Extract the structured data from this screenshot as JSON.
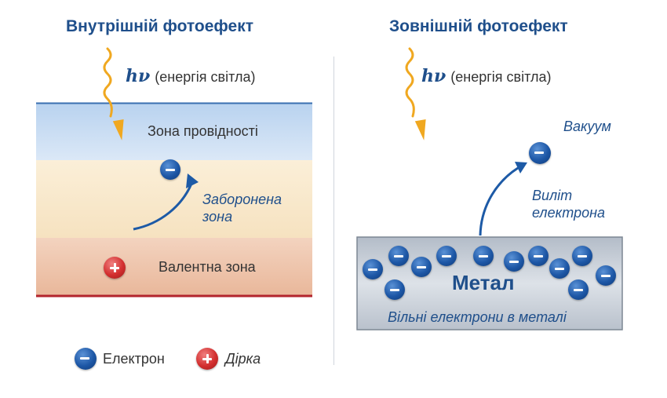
{
  "left": {
    "title": "Внутрішній фотоефект",
    "photon_symbol": "hν",
    "photon_label": "(енергія світла)",
    "conduction_band": "Зона провідності",
    "forbidden_band_line1": "Заборонена",
    "forbidden_band_line2": "зона",
    "valence_band": "Валентна зона"
  },
  "right": {
    "title": "Зовнішній фотоефект",
    "photon_symbol": "hν",
    "photon_label": "(енергія світла)",
    "vacuum": "Вакуум",
    "emission_line1": "Виліт",
    "emission_line2": "електрона",
    "metal": "Метал",
    "free_electrons": "Вільні електрони в металі"
  },
  "legend": {
    "electron": "Електрон",
    "hole": "Дірка"
  },
  "colors": {
    "title_blue": "#1f4f8b",
    "photon_orange": "#f0a820",
    "conduction": "#c9ddf2",
    "forbidden": "#faebcf",
    "valence": "#efc7ae",
    "metal": "#c5ccd6"
  }
}
